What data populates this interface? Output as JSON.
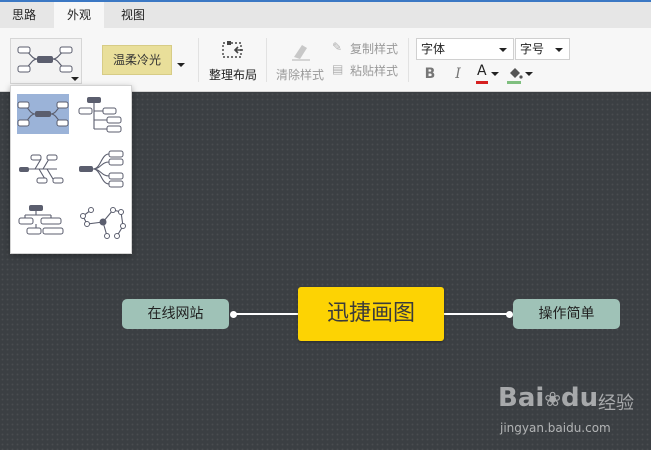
{
  "tabs": [
    {
      "label": "思路",
      "active": false
    },
    {
      "label": "外观",
      "active": true
    },
    {
      "label": "视图",
      "active": false
    }
  ],
  "toolbar": {
    "theme_label": "温柔冷光",
    "layout_label": "整理布局",
    "clear_style_label": "清除样式",
    "copy_style_label": "复制样式",
    "paste_style_label": "粘贴样式",
    "font_label": "字体",
    "font_size_label": "字号",
    "bold_glyph": "B",
    "italic_glyph": "I",
    "font_color_glyph": "A"
  },
  "canvas": {
    "central_node": "迅捷画图",
    "left_node": "在线网站",
    "right_node": "操作简单"
  },
  "structure_dropdown": {
    "options": [
      {
        "icon": "mind-map-icon",
        "selected": true
      },
      {
        "icon": "org-chart-icon",
        "selected": false
      },
      {
        "icon": "fishbone-icon",
        "selected": false
      },
      {
        "icon": "bracket-icon",
        "selected": false
      },
      {
        "icon": "tree-chart-icon",
        "selected": false
      },
      {
        "icon": "cluster-icon",
        "selected": false
      }
    ]
  },
  "watermark": {
    "brand": "Bai",
    "brand_suffix": "du",
    "cn": "经验",
    "url": "jingyan.baidu.com"
  },
  "colors": {
    "accent": "#3b78c4",
    "canvas_bg": "#3b3f43",
    "central_node": "#fdd303",
    "side_node": "#9fc2b7",
    "theme_swatch": "#e9df9a"
  }
}
